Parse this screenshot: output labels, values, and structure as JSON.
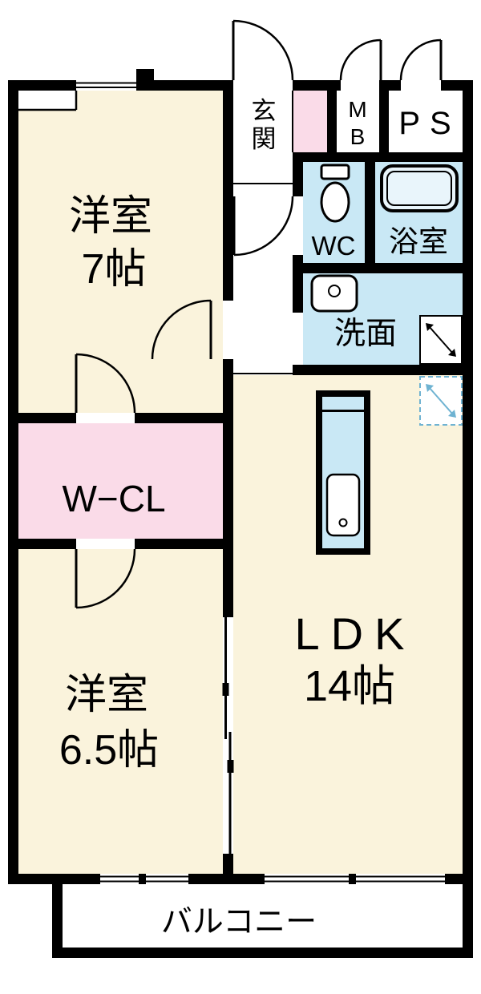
{
  "floorplan": {
    "colors": {
      "wall": "#000000",
      "room_cream": "#FAF3DC",
      "room_pink": "#FADBE8",
      "water_blue": "#C9E8F5",
      "fixture_blue_light": "#E9F5FB",
      "symbol_blue": "#6FB3D2",
      "text": "#000000"
    },
    "labels": {
      "genkan_char1": "玄",
      "genkan_char2": "関",
      "mb_char1": "M",
      "mb_char2": "B",
      "ps": "PS",
      "wc": "WC",
      "bath": "浴室",
      "washroom": "洗面",
      "room7_name": "洋室",
      "room7_size": "7帖",
      "wcl": "W−CL",
      "room65_name": "洋室",
      "room65_size": "6.5帖",
      "ldk_name": "LDK",
      "ldk_size": "14帖",
      "balcony": "バルコニー"
    }
  }
}
